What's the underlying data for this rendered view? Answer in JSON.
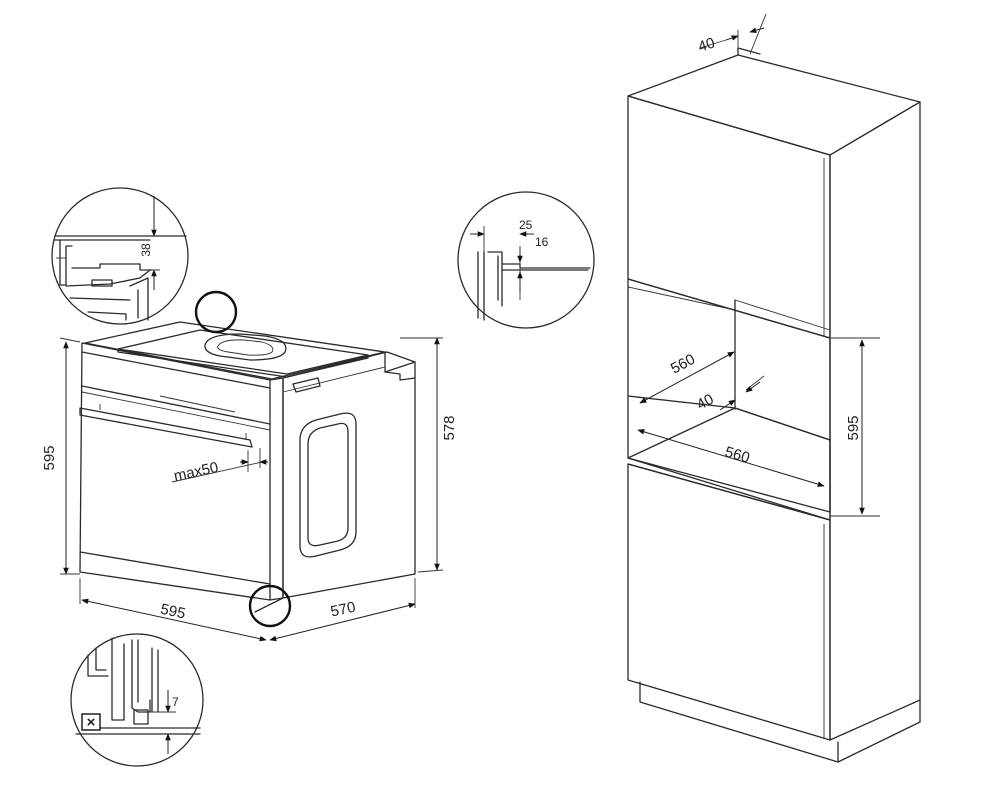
{
  "oven": {
    "height": "595",
    "width": "595",
    "depth": "570",
    "side_height": "578",
    "handle_gap": "max50"
  },
  "details": {
    "top_clearance": "38",
    "bottom_clearance": "7",
    "bottom_forbidden_mark": "×",
    "cabinet_offset": "25",
    "panel_thickness": "16"
  },
  "cabinet": {
    "top_gap": "40",
    "niche_depth": "560",
    "back_gap": "40",
    "niche_width": "560",
    "niche_height": "595"
  }
}
